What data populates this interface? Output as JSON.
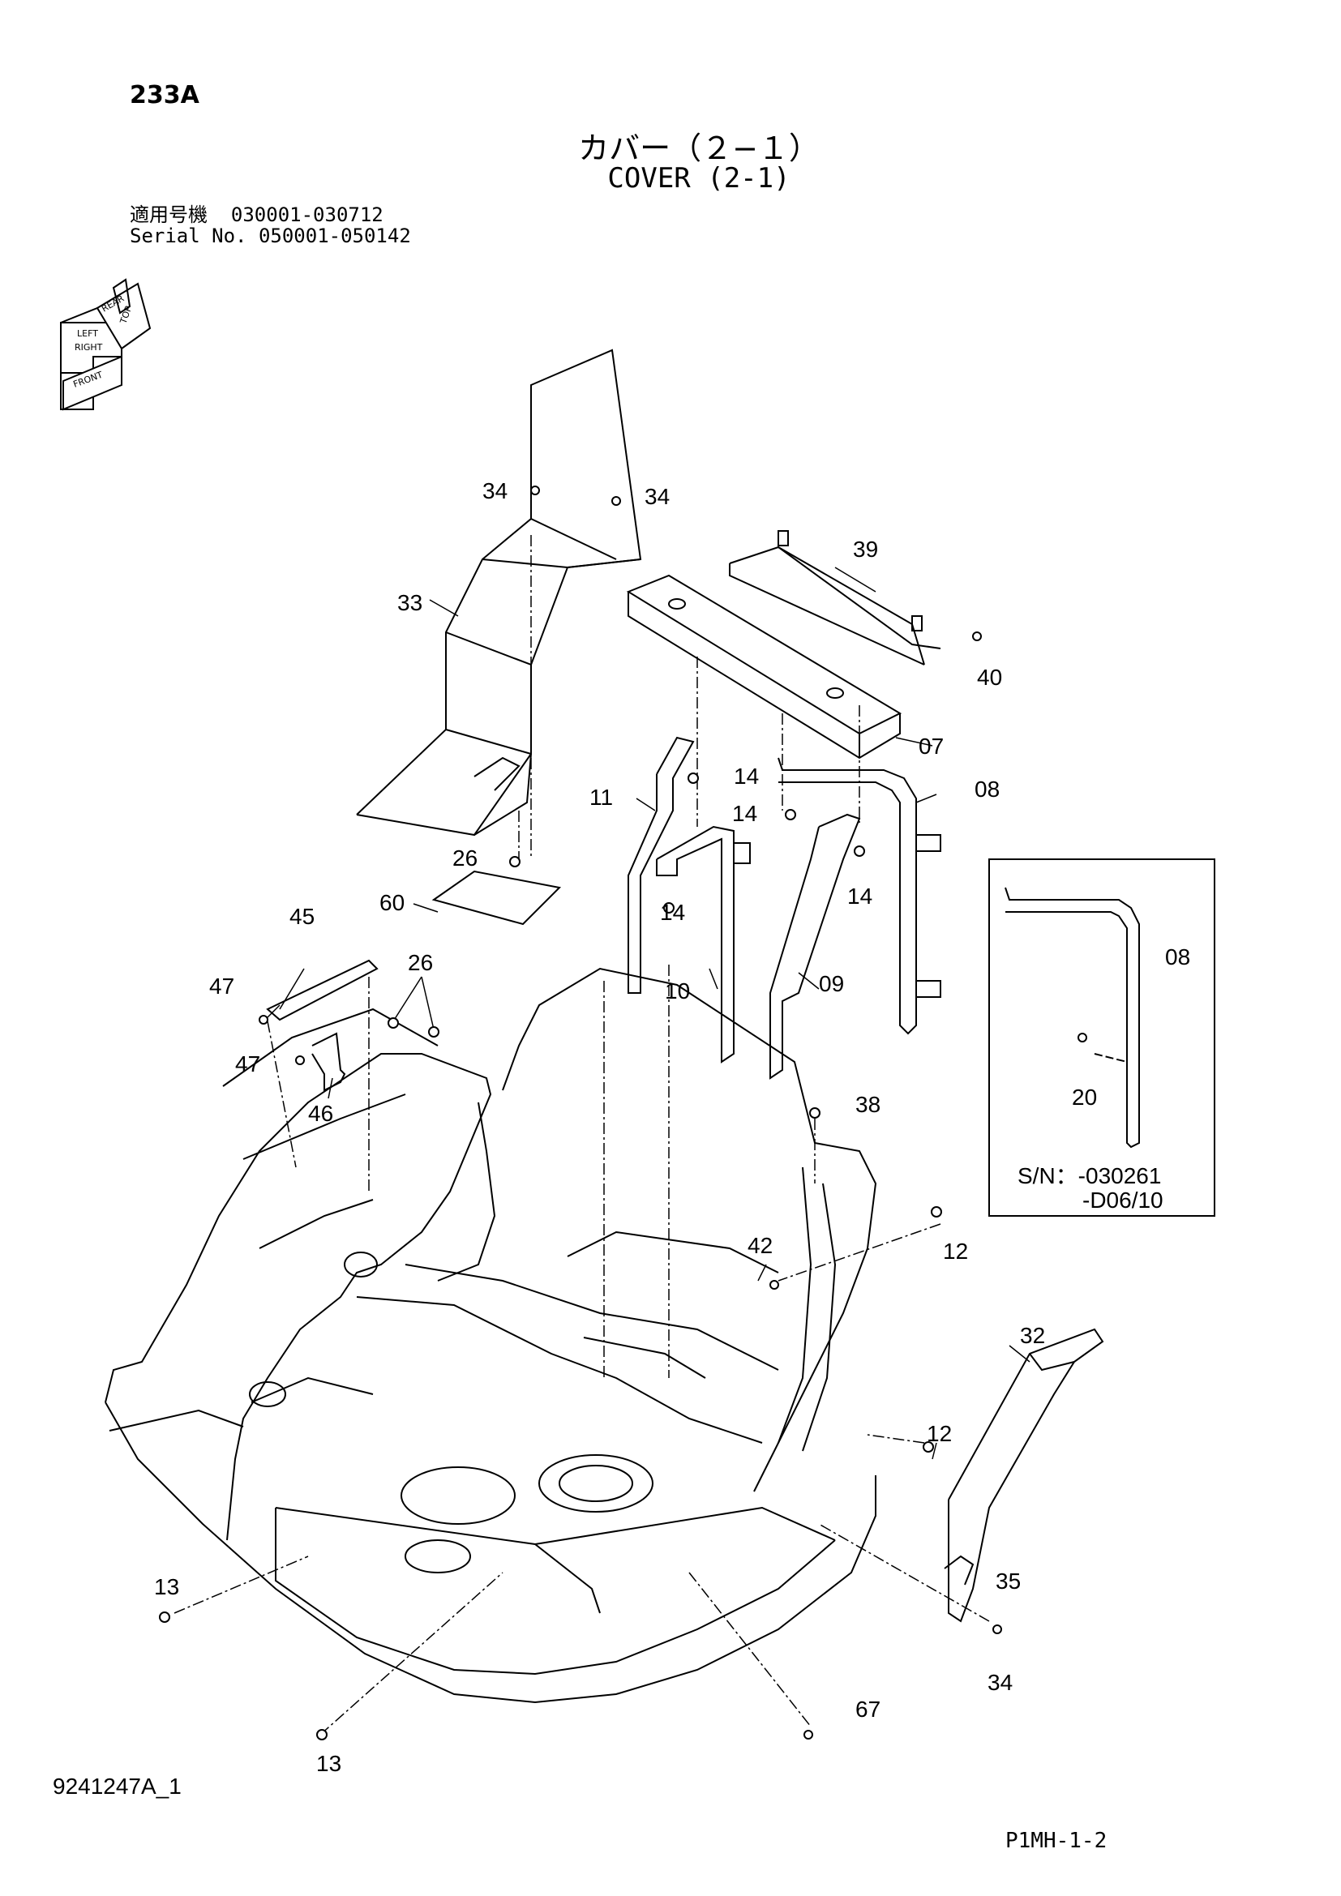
{
  "header": {
    "page_code": "233A",
    "title_jp": "カバー（２−１）",
    "title_en": "COVER (2-1)",
    "serial_jp": "適用号機  030001-030712",
    "serial_en": "Serial No. 050001-050142"
  },
  "orientation_cube": {
    "labels": [
      "LEFT",
      "TOP",
      "RIGHT",
      "FRONT",
      "REAR"
    ]
  },
  "callouts": {
    "c34a": "34",
    "c34b": "34",
    "c33": "33",
    "c39": "39",
    "c40": "40",
    "c07": "07",
    "c11": "11",
    "c14a": "14",
    "c14b": "14",
    "c08": "08",
    "c26a": "26",
    "c14c": "14",
    "c14d": "14",
    "c60": "60",
    "c45": "45",
    "c26b": "26",
    "c47a": "47",
    "c10": "10",
    "c09": "09",
    "c47b": "47",
    "c46": "46",
    "c38": "38",
    "c42": "42",
    "c12a": "12",
    "c32": "32",
    "c12b": "12",
    "c35": "35",
    "c13a": "13",
    "c34c": "34",
    "c67": "67",
    "c13b": "13"
  },
  "inset": {
    "part": "08",
    "bolt": "20",
    "sn_line1": "S/N：-030261",
    "sn_line2": "-D06/10"
  },
  "footer": {
    "drawing_id": "9241247A_1",
    "sheet_ref": "P1MH-1-2"
  }
}
